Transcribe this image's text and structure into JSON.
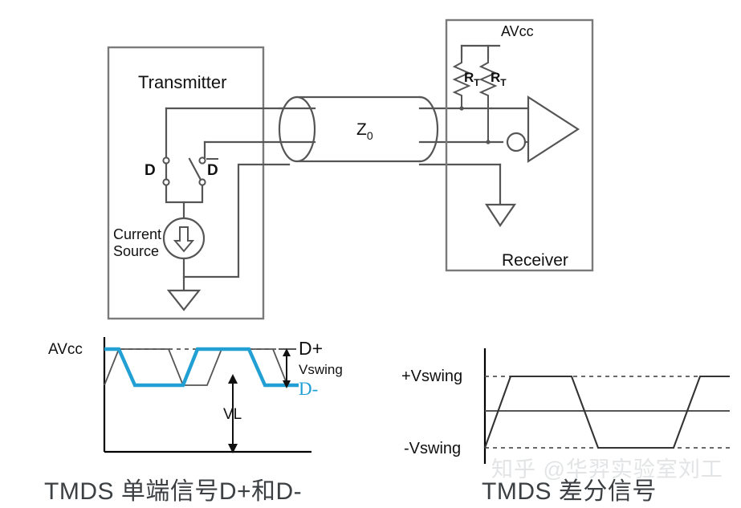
{
  "diagram": {
    "transmitter": {
      "title": "Transmitter",
      "switch_d_label": "D",
      "switch_dbar_label": "D",
      "switch_dbar_overbar": true,
      "current_source_line1": "Current",
      "current_source_line2": "Source"
    },
    "cable": {
      "impedance_label": "Z",
      "impedance_subscript": "0"
    },
    "receiver": {
      "title": "Receiver",
      "supply_label": "AVcc",
      "resistor1_label": "R",
      "resistor1_subscript": "T",
      "resistor2_label": "R",
      "resistor2_subscript": "T"
    }
  },
  "chart_data": [
    {
      "type": "line",
      "title": "TMDS 单端信号D+和D-",
      "xlabel": "",
      "ylabel": "",
      "annotations": [
        "AVcc",
        "D+",
        "Vswing",
        "D-",
        "VL"
      ],
      "legend": [
        "D+",
        "D-"
      ],
      "series": [
        {
          "name": "D+",
          "color": "#555555",
          "points": [
            [
              0,
              0
            ],
            [
              0,
              0.62
            ],
            [
              0.1,
              1.0
            ],
            [
              0.38,
              1.0
            ],
            [
              0.5,
              0.62
            ],
            [
              0.5,
              0.62
            ],
            [
              0.62,
              0.0
            ],
            [
              0.9,
              0.0
            ],
            [
              1.0,
              0.62
            ],
            [
              1.12,
              1.0
            ],
            [
              1.2,
              1.0
            ]
          ]
        },
        {
          "name": "D-",
          "color": "#22A0D4",
          "points": [
            [
              0,
              1.0
            ],
            [
              0.1,
              1.0
            ],
            [
              0.22,
              0.0
            ],
            [
              0.5,
              0.0
            ],
            [
              0.62,
              1.0
            ],
            [
              0.9,
              1.0
            ],
            [
              1.02,
              0.0
            ],
            [
              1.2,
              0.0
            ]
          ]
        }
      ],
      "levels": {
        "AVcc": 1.0,
        "low": 0.0
      },
      "grid": false
    },
    {
      "type": "line",
      "title": "TMDS 差分信号",
      "xlabel": "",
      "ylabel": "",
      "annotations": [
        "+Vswing",
        "-Vswing"
      ],
      "levels": {
        "plus_vswing": 1.0,
        "zero": 0.0,
        "minus_vswing": -1.0
      },
      "series": [
        {
          "name": "differential",
          "color": "#333333",
          "points": [
            [
              0,
              -1.0
            ],
            [
              0.09,
              1.0
            ],
            [
              0.37,
              1.0
            ],
            [
              0.45,
              -1.0
            ],
            [
              0.72,
              -1.0
            ],
            [
              0.8,
              1.0
            ],
            [
              1.0,
              1.0
            ]
          ]
        }
      ],
      "grid": false
    }
  ],
  "captions": {
    "left": "TMDS 单端信号D+和D-",
    "right": "TMDS 差分信号"
  },
  "watermark": {
    "text": "知乎 @华羿实验室刘工"
  },
  "colors": {
    "stroke": "#555555",
    "blue": "#22A0D4",
    "caption": "#3c4043",
    "watermark": "#e2e4e6"
  }
}
